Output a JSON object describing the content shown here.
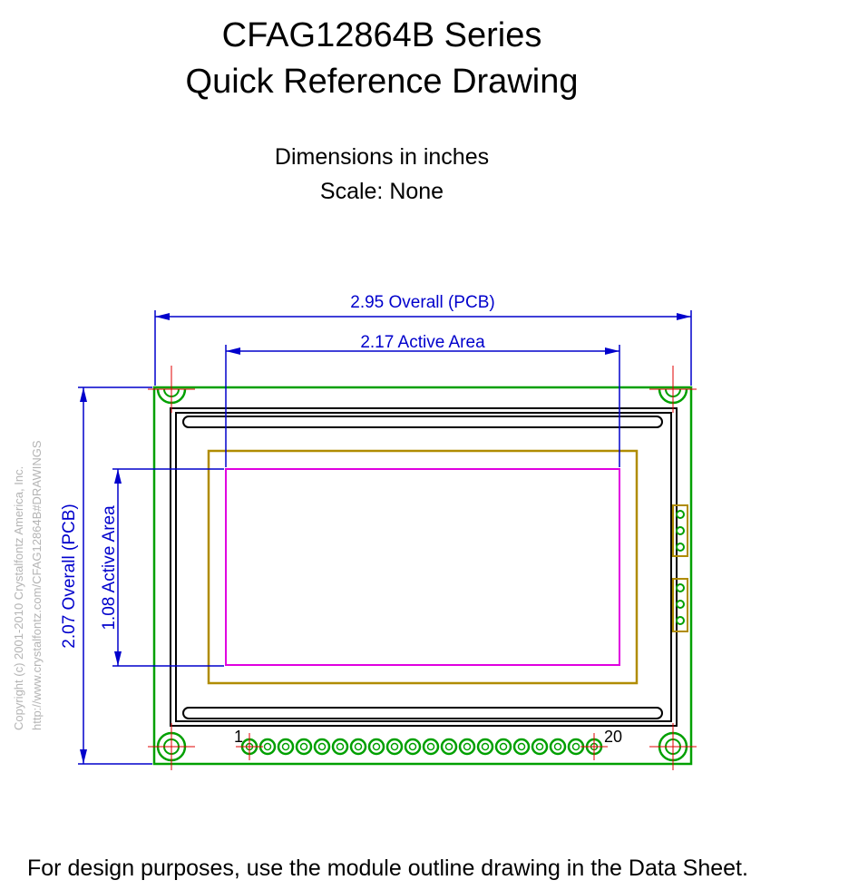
{
  "header": {
    "title_line1": "CFAG12864B Series",
    "title_line2": "Quick Reference Drawing",
    "units": "Dimensions in inches",
    "scale": "Scale: None"
  },
  "dimensions": {
    "overall_width": "2.95 Overall (PCB)",
    "active_width": "2.17 Active Area",
    "overall_height": "2.07 Overall (PCB)",
    "active_height": "1.08 Active Area"
  },
  "pins": {
    "first": "1",
    "last": "20",
    "count": 20
  },
  "copyright": {
    "line1": "Copyright (c) 2001-2010 Crystalfontz America, Inc.",
    "line2": "http://www.crystalfontz.com/CFAG12864B#DRAWINGS"
  },
  "footer": "For design purposes, use the module outline drawing in the Data Sheet.",
  "colors": {
    "pcb": "#00a000",
    "dimension": "#0000cc",
    "active_area": "#e000e0",
    "viewing_area": "#b08c00",
    "crosshair": "#e00000",
    "copyright": "#b4b4b4"
  }
}
